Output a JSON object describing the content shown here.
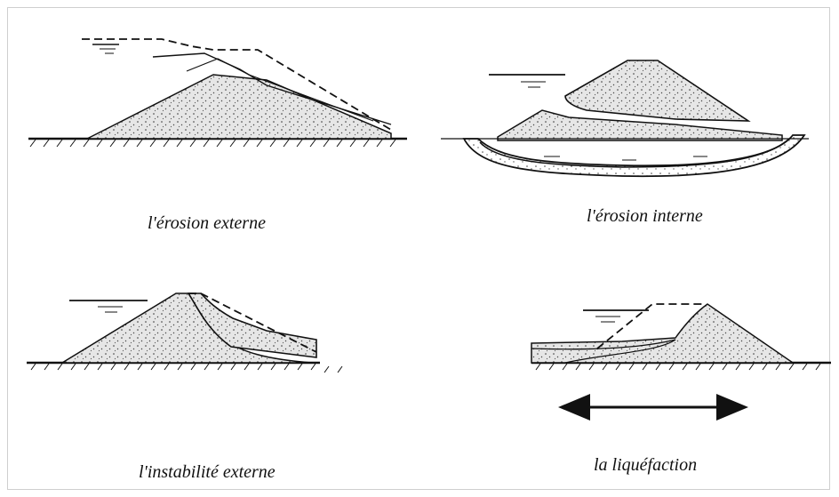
{
  "panels": [
    {
      "id": "external-erosion",
      "caption": "l'érosion externe"
    },
    {
      "id": "internal-erosion",
      "caption": "l'érosion interne"
    },
    {
      "id": "external-instability",
      "caption": "l'instabilité externe"
    },
    {
      "id": "liquefaction",
      "caption": "la liquéfaction"
    }
  ],
  "colors": {
    "ink": "#111111",
    "fill": "#e8e8e8"
  }
}
